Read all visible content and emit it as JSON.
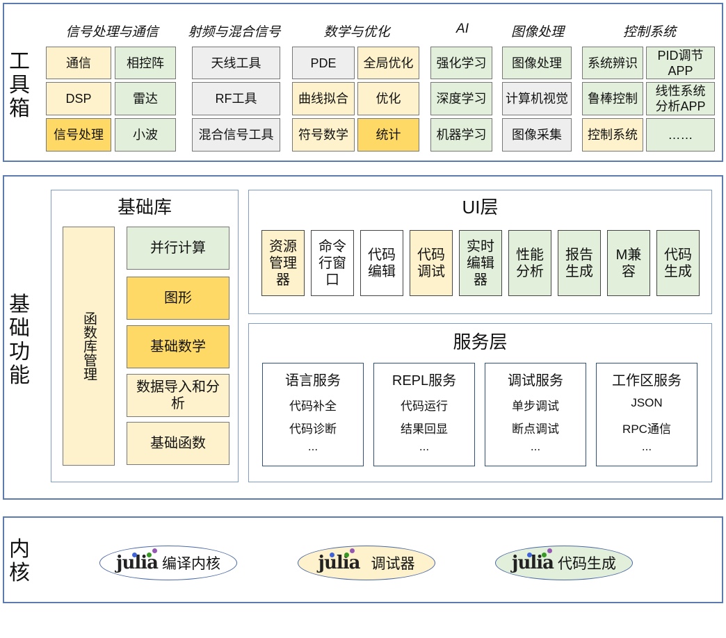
{
  "toolbox": {
    "label": "工具箱",
    "categories": [
      "信号处理与通信",
      "射频与混合信号",
      "数学与优化",
      "AI",
      "图像处理",
      "控制系统"
    ],
    "boxes": [
      "通信",
      "相控阵",
      "DSP",
      "雷达",
      "信号处理",
      "小波",
      "天线工具",
      "RF工具",
      "混合信号工具",
      "PDE",
      "全局优化",
      "曲线拟合",
      "优化",
      "符号数学",
      "统计",
      "强化学习",
      "深度学习",
      "机器学习",
      "图像处理",
      "计算机视觉",
      "图像采集",
      "系统辨识",
      "PID调节APP",
      "鲁棒控制",
      "线性系统分析APP",
      "控制系统",
      "……"
    ]
  },
  "basic": {
    "label": "基础功能",
    "lib": {
      "title": "基础库",
      "side": "函数库管理",
      "items": [
        "并行计算",
        "图形",
        "基础数学",
        "数据导入和分析",
        "基础函数"
      ]
    },
    "ui": {
      "title": "UI层",
      "items": [
        "资源管理器",
        "命令行窗口",
        "代码编辑",
        "代码调试",
        "实时编辑器",
        "性能分析",
        "报告生成",
        "M兼容",
        "代码生成"
      ]
    },
    "service": {
      "title": "服务层",
      "groups": [
        {
          "title": "语言服务",
          "items": [
            "代码补全",
            "代码诊断",
            "..."
          ]
        },
        {
          "title": "REPL服务",
          "items": [
            "代码运行",
            "结果回显",
            "..."
          ]
        },
        {
          "title": "调试服务",
          "items": [
            "单步调试",
            "断点调试",
            "..."
          ]
        },
        {
          "title": "工作区服务",
          "items": [
            "JSON",
            "RPC通信",
            "..."
          ]
        }
      ]
    }
  },
  "kernel": {
    "label": "内核",
    "logo_text": "julia",
    "items": [
      "编译内核",
      "调试器",
      "代码生成"
    ]
  }
}
